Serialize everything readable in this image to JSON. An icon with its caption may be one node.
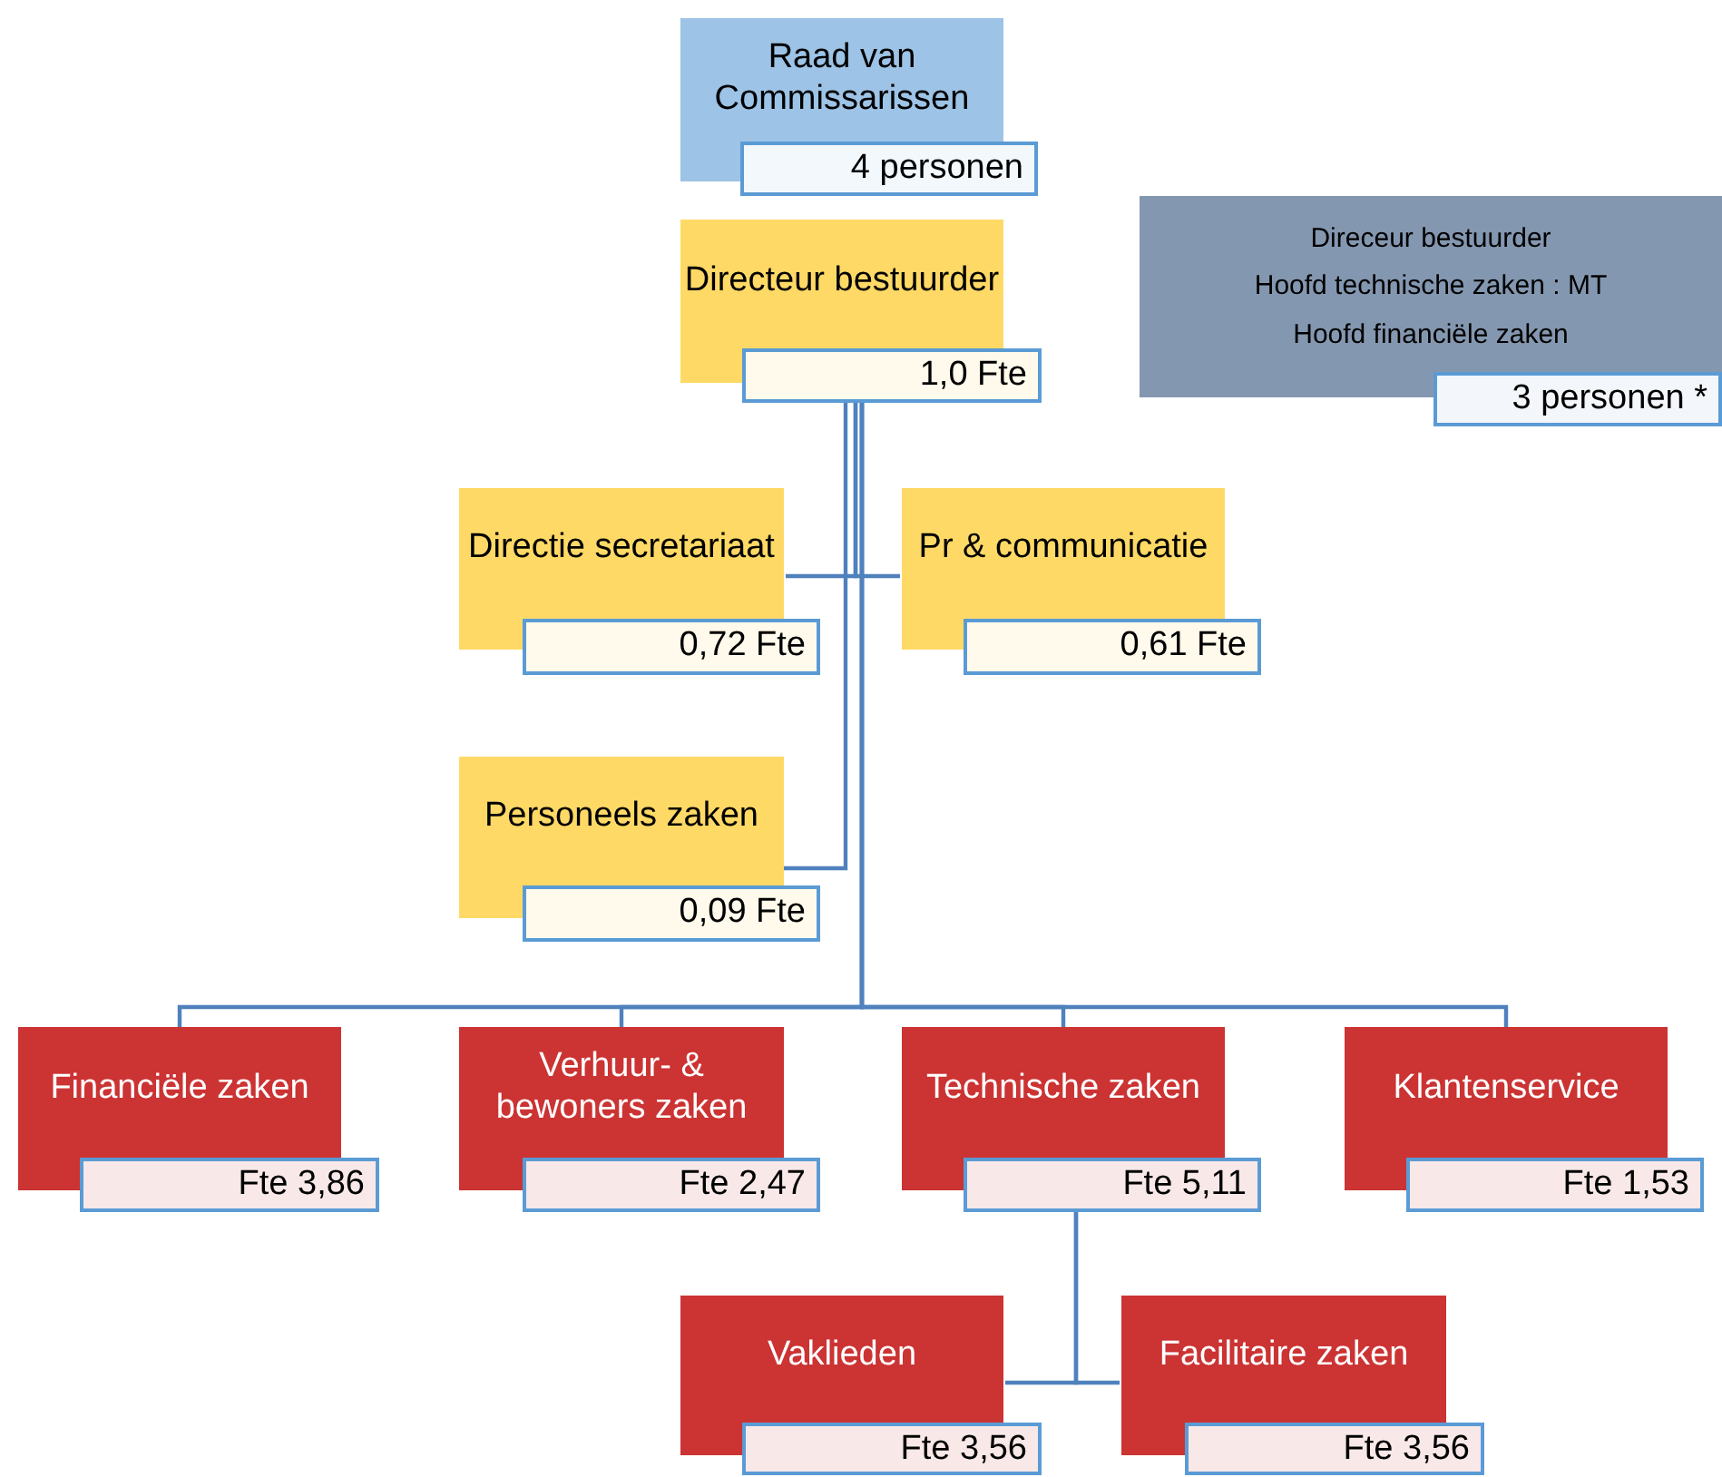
{
  "diagram": {
    "nodes": [
      {
        "text": [
          "Raad van Commissarissen",
          "4 personen"
        ]
      },
      {
        "text": [
          "Directeur bestuurder",
          "1,0 Fte"
        ]
      },
      {
        "text": [
          "Direceur bestuurder",
          "Hoofd technische zaken : MT",
          "Hoofd financiële zaken",
          "3 personen *"
        ]
      },
      {
        "text": [
          "Directie secretariaat",
          "0,72 Fte"
        ]
      },
      {
        "text": [
          "Pr & communicatie",
          "0,61 Fte"
        ]
      },
      {
        "text": [
          "Personeels zaken",
          "0,09 Fte"
        ]
      },
      {
        "text": [
          "Financiële zaken",
          "Fte 3,86"
        ]
      },
      {
        "text": [
          "Verhuur- & bewoners zaken",
          "Fte 2,47"
        ]
      },
      {
        "text": [
          "Technische zaken",
          "Fte 5,11"
        ]
      },
      {
        "text": [
          "Klantenservice",
          "Fte 1,53"
        ]
      },
      {
        "text": [
          "Vaklieden",
          "Fte 3,56"
        ]
      },
      {
        "text": [
          "Facilitaire zaken",
          "Fte 3,56"
        ]
      }
    ],
    "edges": [
      {
        "from": 1,
        "to": 3,
        "arrow": "none"
      },
      {
        "from": 1,
        "to": 4,
        "arrow": "none"
      },
      {
        "from": 1,
        "to": 5,
        "arrow": "none"
      },
      {
        "from": 1,
        "to": 6,
        "arrow": "none"
      },
      {
        "from": 1,
        "to": 7,
        "arrow": "none"
      },
      {
        "from": 1,
        "to": 8,
        "arrow": "none"
      },
      {
        "from": 1,
        "to": 9,
        "arrow": "none"
      },
      {
        "from": 8,
        "to": 10,
        "arrow": "none"
      },
      {
        "from": 8,
        "to": 11,
        "arrow": "none"
      }
    ]
  }
}
